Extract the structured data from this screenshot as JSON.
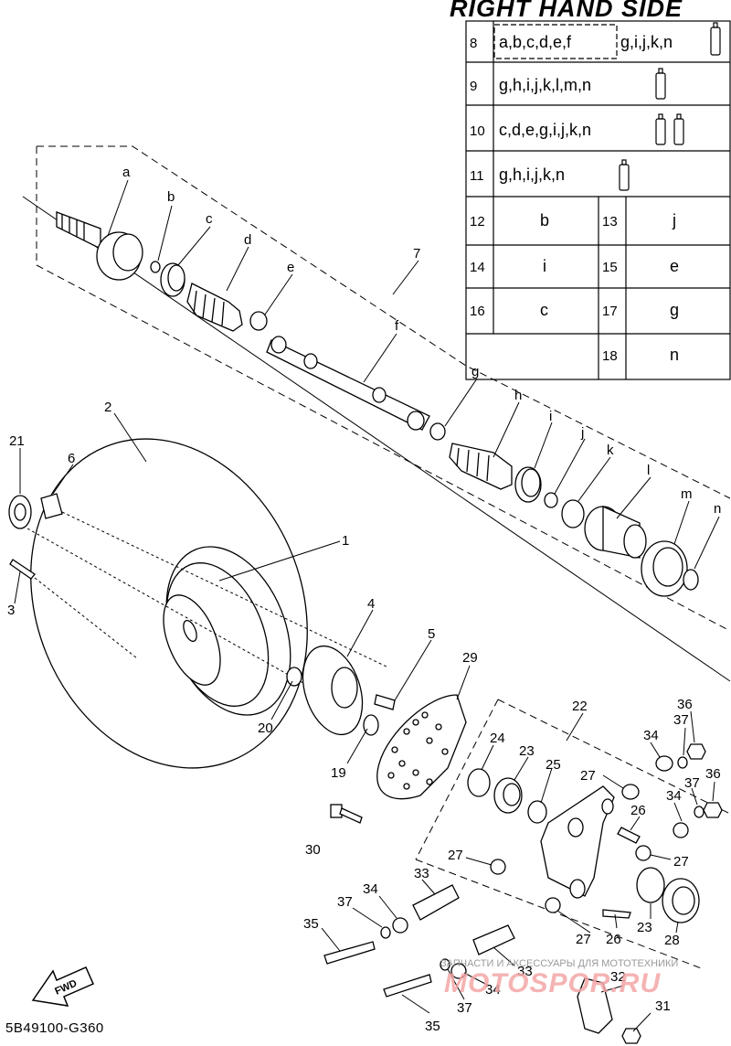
{
  "title": "RIGHT HAND SIDE",
  "diagram_code": "5B49100-G360",
  "fwd_label": "FWD",
  "watermark": {
    "caption": "ЗАПЧАСТИ И АКСЕССУАРЫ ДЛЯ МОТОТЕХНИКИ",
    "brand": "MOTOSPOR.RU"
  },
  "table": {
    "wide_rows": [
      {
        "num": "8",
        "text_boxed": "a,b,c,d,e,f",
        "text": "g,i,j,k,n"
      },
      {
        "num": "9",
        "text": "g,h,i,j,k,l,m,n"
      },
      {
        "num": "10",
        "text": "c,d,e,g,i,j,k,n"
      },
      {
        "num": "11",
        "text": "g,h,i,j,k,n"
      }
    ],
    "pair_rows": [
      {
        "num_left": "12",
        "val_left": "b",
        "num_right": "13",
        "val_right": "j"
      },
      {
        "num_left": "14",
        "val_left": "i",
        "num_right": "15",
        "val_right": "e"
      },
      {
        "num_left": "16",
        "val_left": "c",
        "num_right": "17",
        "val_right": "g"
      }
    ],
    "last_row": {
      "num": "18",
      "val": "n"
    }
  },
  "letter_labels": [
    "a",
    "b",
    "c",
    "d",
    "e",
    "f",
    "g",
    "h",
    "i",
    "j",
    "k",
    "l",
    "m",
    "n"
  ],
  "part_numbers": {
    "p1": "1",
    "p2": "2",
    "p3": "3",
    "p4": "4",
    "p5": "5",
    "p6": "6",
    "p7": "7",
    "p19": "19",
    "p20": "20",
    "p21": "21",
    "p22": "22",
    "p23a": "23",
    "p23b": "23",
    "p24": "24",
    "p25": "25",
    "p26a": "26",
    "p26b": "26",
    "p27a": "27",
    "p27b": "27",
    "p27c": "27",
    "p27d": "27",
    "p28": "28",
    "p29": "29",
    "p30": "30",
    "p31": "31",
    "p32": "32",
    "p33a": "33",
    "p33b": "33",
    "p34a": "34",
    "p34b": "34",
    "p34c": "34",
    "p34d": "34",
    "p35a": "35",
    "p35b": "35",
    "p36a": "36",
    "p36b": "36",
    "p37a": "37",
    "p37b": "37",
    "p37c": "37",
    "p37d": "37"
  }
}
